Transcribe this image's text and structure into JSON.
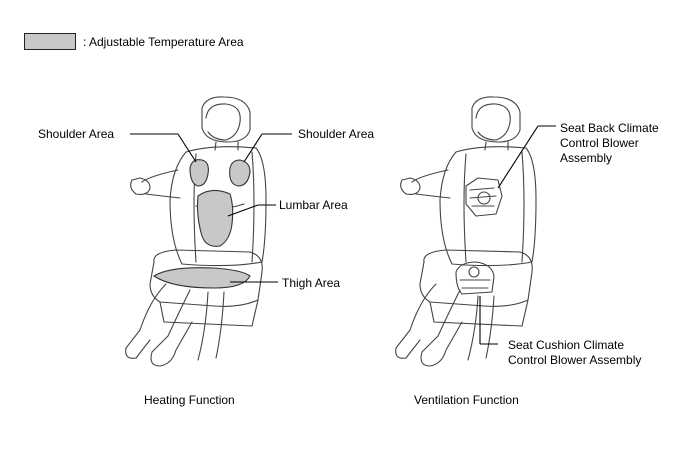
{
  "legend": {
    "text": ": Adjustable Temperature Area",
    "swatch_color": "#c8c8c8"
  },
  "heating": {
    "caption": "Heating Function",
    "labels": {
      "shoulder_left": "Shoulder Area",
      "shoulder_right": "Shoulder Area",
      "lumbar": "Lumbar Area",
      "thigh": "Thigh Area"
    }
  },
  "ventilation": {
    "caption": "Ventilation Function",
    "labels": {
      "seat_back_blower": [
        "Seat Back Climate",
        "Control Blower",
        "Assembly"
      ],
      "seat_cushion_blower": [
        "Seat Cushion Climate",
        "Control Blower Assembly"
      ]
    }
  }
}
